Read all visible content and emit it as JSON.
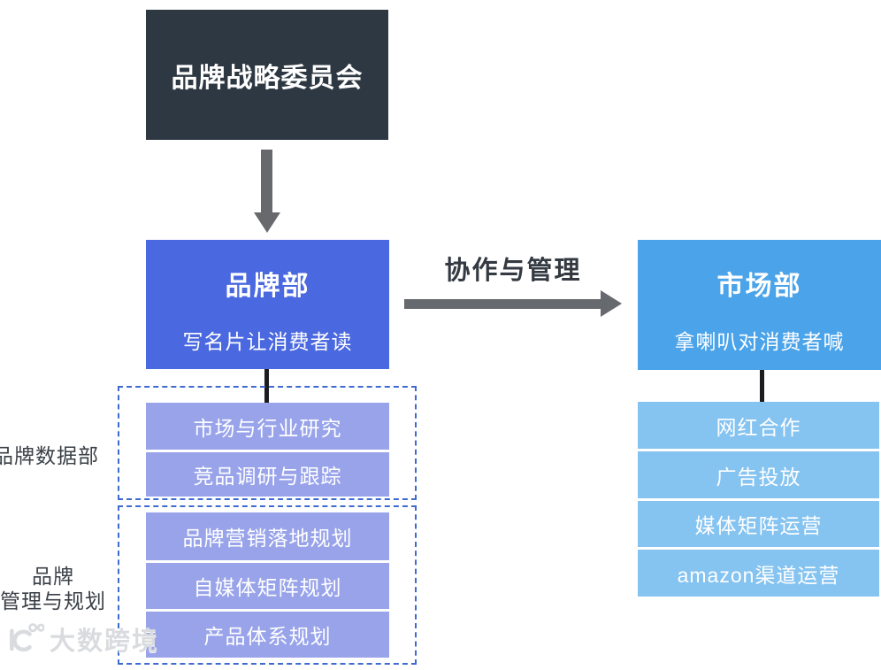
{
  "committee": {
    "label": "品牌战略委员会"
  },
  "brand_dept": {
    "title": "品牌部",
    "subtitle": "写名片让消费者读"
  },
  "market_dept": {
    "title": "市场部",
    "subtitle": "拿喇叭对消费者喊"
  },
  "collab_arrow": {
    "label": "协作与管理"
  },
  "brand_groups": [
    {
      "label_lines": [
        "品牌数据部"
      ],
      "items": [
        "市场与行业研究",
        "竞品调研与跟踪"
      ]
    },
    {
      "label_lines": [
        "品牌",
        "管理与规划"
      ],
      "items": [
        "品牌营销落地规划",
        "自媒体矩阵规划",
        "产品体系规划"
      ]
    }
  ],
  "market_items": [
    "网红合作",
    "广告投放",
    "媒体矩阵运营",
    "amazon渠道运营"
  ],
  "watermark": {
    "text": "大数跨境"
  },
  "colors": {
    "committee_bg": "#2e3842",
    "brand_dept_bg": "#4a68df",
    "market_dept_bg": "#4ba3e9",
    "brand_item_bg": "#98a3ea",
    "market_item_bg": "#85c3f0",
    "dashed_border": "#3e6bd0",
    "arrow_gray": "#66696d",
    "connector_black": "#1a1c1f",
    "side_label_text": "#3a4047",
    "watermark_gray": "#d9dbde"
  }
}
